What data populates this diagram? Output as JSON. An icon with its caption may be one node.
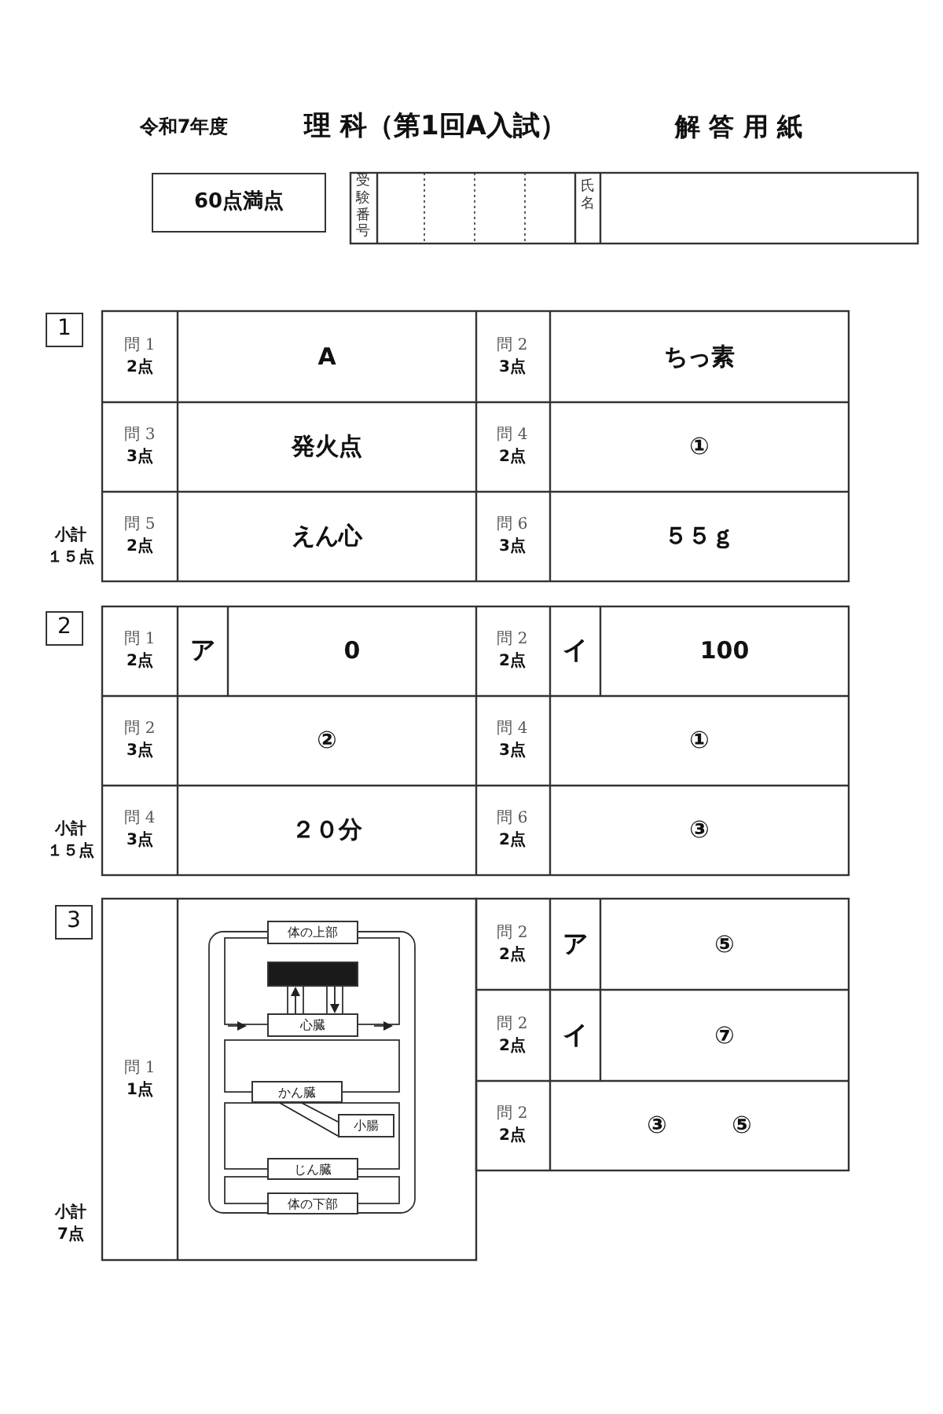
{
  "diagram": {
    "title": "理 科（第1回A入試）",
    "nodes": [
      {
        "text": [
          "体の上部"
        ]
      },
      {
        "text": [],
        "shape": "box"
      },
      {
        "text": [
          "心臓"
        ]
      },
      {
        "text": [
          "かん臓"
        ]
      },
      {
        "text": [
          "小腸"
        ]
      },
      {
        "text": [
          "じん臓"
        ]
      },
      {
        "text": [
          "体の下部"
        ]
      }
    ],
    "edges": [
      {
        "from": 2,
        "to": 1,
        "arrow": "to"
      },
      {
        "from": 1,
        "to": 2,
        "arrow": "to"
      },
      {
        "from": 3,
        "to": 4,
        "arrow": "none"
      }
    ],
    "labels": [
      "令和7年度",
      "解 答 用 紙",
      "60点満点",
      "受験番号",
      "氏名",
      "1",
      "問 1",
      "2点",
      "A",
      "問 2",
      "3点",
      "ちっ素",
      "問 3",
      "3点",
      "発火点",
      "問 4",
      "2点",
      "①",
      "小計",
      "１５点",
      "問 5",
      "2点",
      "えん心",
      "問 6",
      "3点",
      "５５ｇ",
      "2",
      "問 1",
      "2点",
      "ア",
      "0",
      "問 2",
      "2点",
      "イ",
      "100",
      "問 2",
      "3点",
      "②",
      "問 4",
      "3点",
      "①",
      "小計",
      "１５点",
      "問 4",
      "3点",
      "２０分",
      "問 6",
      "2点",
      "③",
      "3",
      "問 1",
      "1点",
      "問 2",
      "2点",
      "ア",
      "⑤",
      "問 2",
      "2点",
      "イ",
      "⑦",
      "問 2",
      "2点",
      "③",
      "⑤",
      "小計",
      "7点"
    ]
  }
}
